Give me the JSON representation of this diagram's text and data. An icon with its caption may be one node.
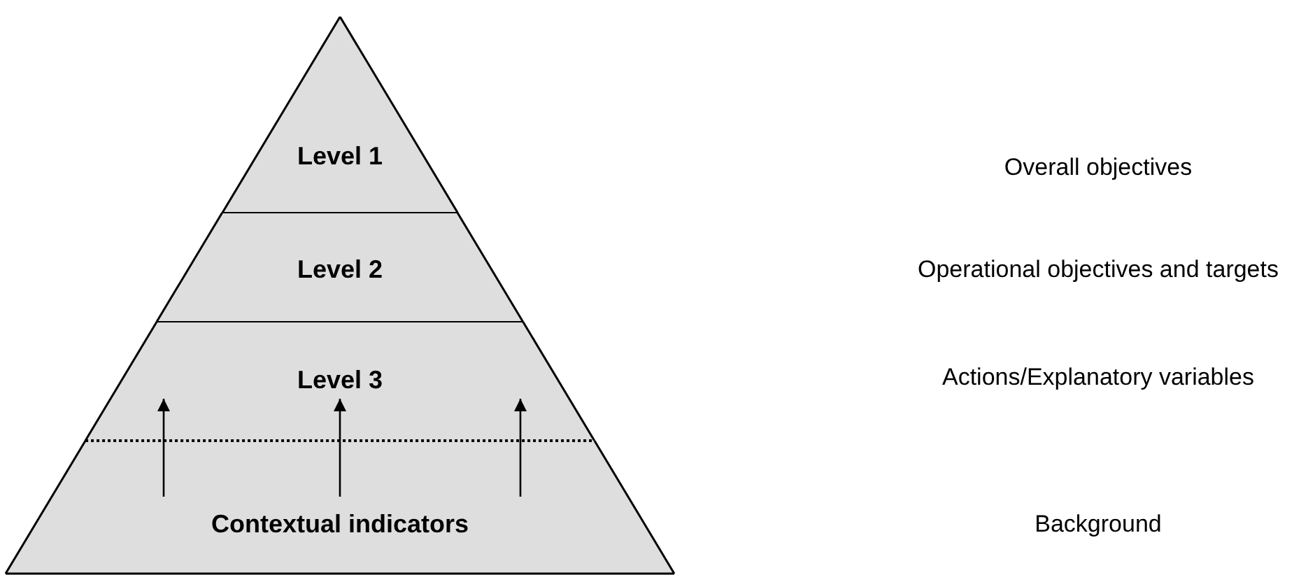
{
  "diagram": {
    "nodes": [
      {
        "text": [
          "Level 1"
        ]
      },
      {
        "text": [
          "Level 2"
        ]
      },
      {
        "text": [
          "Level 3"
        ]
      },
      {
        "text": [
          "Contextual indicators"
        ]
      }
    ],
    "edges": [
      {
        "from": 3,
        "to": 2,
        "arrow": "to"
      },
      {
        "from": 3,
        "to": 2,
        "arrow": "to"
      },
      {
        "from": 3,
        "to": 2,
        "arrow": "to"
      }
    ],
    "labels": [
      "Overall objectives",
      "Operational objectives and targets",
      "Actions/Explanatory variables",
      "Background"
    ]
  }
}
